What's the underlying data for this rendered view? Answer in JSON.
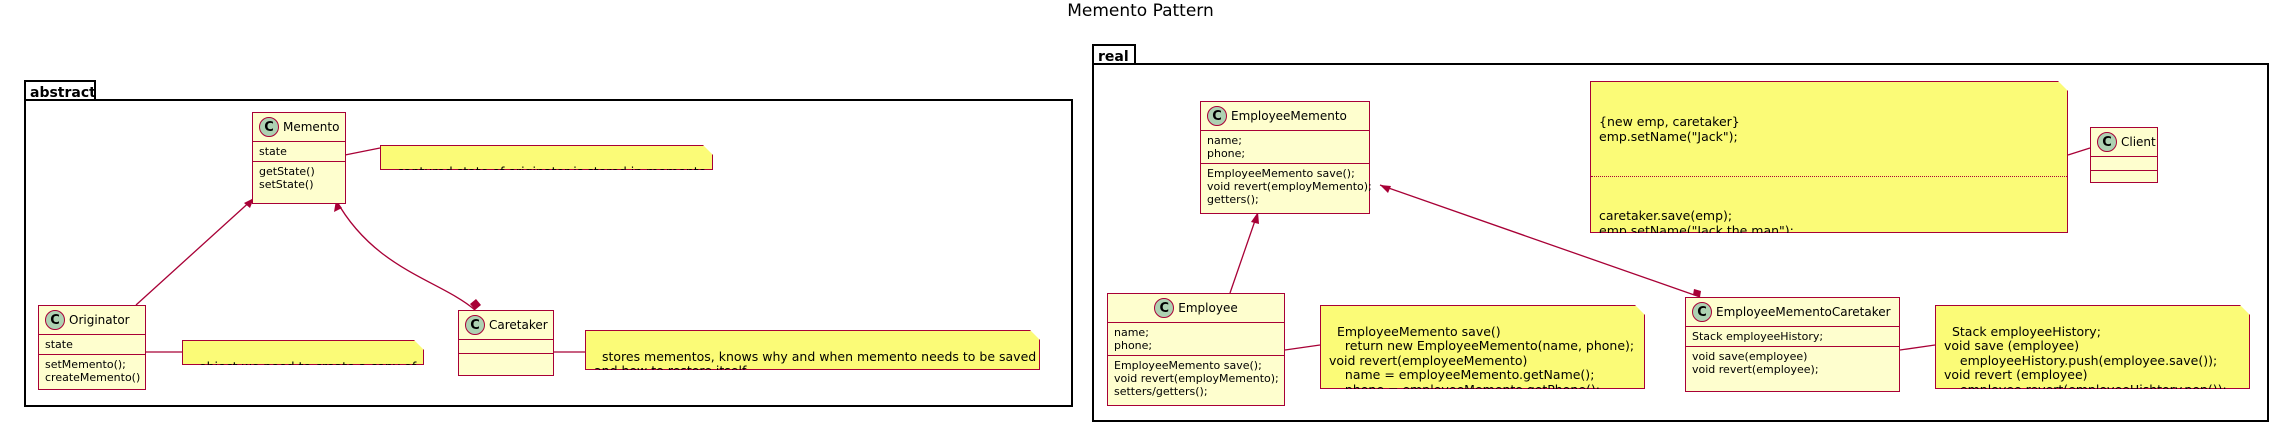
{
  "title": "Memento Pattern",
  "packages": {
    "abstract": "abstract",
    "real": "real"
  },
  "classes": {
    "memento": {
      "name": "Memento",
      "fields": "state",
      "methods": "getState()\nsetState()"
    },
    "originator": {
      "name": "Originator",
      "fields": "state",
      "methods": "setMemento();\ncreateMemento()"
    },
    "caretaker": {
      "name": "Caretaker",
      "fields": "",
      "methods": ""
    },
    "employee_memento": {
      "name": "EmployeeMemento",
      "fields": "name;\nphone;",
      "methods": "EmployeeMemento save();\nvoid revert(employMemento);\ngetters();"
    },
    "employee": {
      "name": "Employee",
      "fields": "name;\nphone;",
      "methods": "EmployeeMemento save();\nvoid revert(employMemento);\nsetters/getters();"
    },
    "employee_memento_caretaker": {
      "name": "EmployeeMementoCaretaker",
      "fields": "Stack employeeHistory;",
      "methods": "void save(employee)\nvoid revert(employee);"
    },
    "client": {
      "name": "Client",
      "fields": "",
      "methods": ""
    }
  },
  "class_glyph": "C",
  "notes": {
    "memento": "captured state of originator is stored in memento",
    "originator": "object we need to create a copy of",
    "caretaker": "stores mementos, knows why and when memento needs to be saved\nand how to restore itself",
    "employee": "EmployeeMemento save()\n    return new EmployeeMemento(name, phone);\nvoid revert(employeeMemento)\n    name = employeeMemento.getName();\n    phone = employeeMemento.getPhone();",
    "employee_caretaker": "Stack employeeHistory;\nvoid save (employee)\n    employeeHistory.push(employee.save());\nvoid revert (employee)\n    employee.revert(employeeHishtory.pop());",
    "client_top": "{new emp, caretaker}\nemp.setName(\"Jack\");",
    "client_bottom": "caretaker.save(emp);\nemp.setName(\"Jack the man\");\ncaretaker.save(emp);\nemp.setName(\"Jack the cool\");\n//note: no save below, if we did save first the name would stay same\ncaretaker.revert(emp);  //the name will be \"Jack the man\"\ncaretaker.revert(emp);  //the name will be \"Jack\""
  },
  "colors": {
    "class_fill": "#FEFECE",
    "class_border": "#A80036",
    "note_fill": "#FBFB77",
    "class_icon": "#ADD1B2"
  }
}
